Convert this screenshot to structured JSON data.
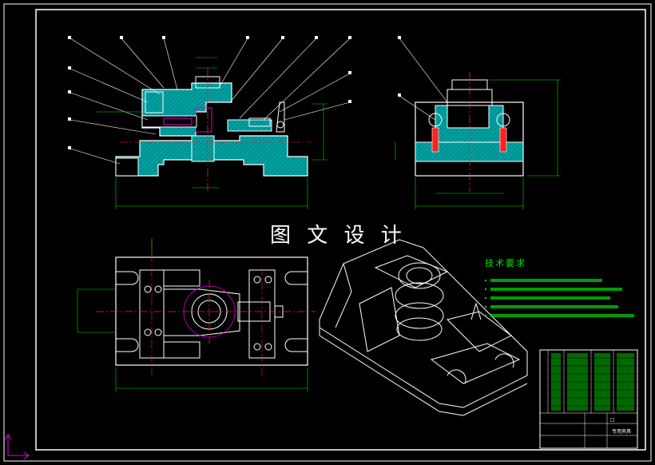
{
  "drawing": {
    "watermark_text": "图 文 设 计",
    "technical_requirements_title": "技术要求",
    "title_block": {
      "name_label": "专用夹具",
      "part_code": "□"
    },
    "colors": {
      "background": "#000000",
      "outline": "#ffffff",
      "section_hatch": "#00a0a0",
      "dimension": "#00e000",
      "center_line": "#ff2020",
      "hidden": "#e000e0",
      "accent": "#ffff00"
    }
  }
}
